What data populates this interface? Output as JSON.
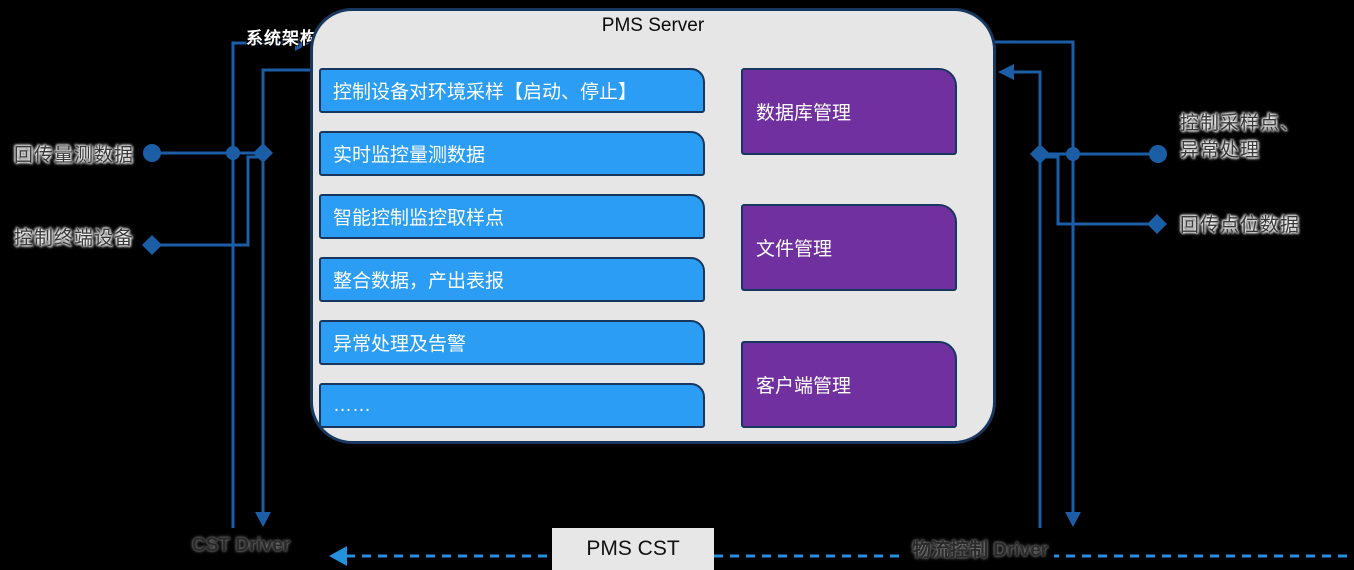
{
  "colors": {
    "bg": "#000000",
    "server-fill": "#e7e6e6",
    "border-navy": "#17375e",
    "blue-box": "#2b9df4",
    "purple-box": "#7030a0",
    "line": "#1b5ea6",
    "dash": "#2590db",
    "label-dark": "#3a3838"
  },
  "server": {
    "title": "PMS Server",
    "functions": [
      {
        "label": "控制设备对环境采样【启动、停止】"
      },
      {
        "label": "实时监控量测数据"
      },
      {
        "label": "智能控制监控取样点"
      },
      {
        "label": "整合数据，产出表报"
      },
      {
        "label": "异常处理及告警"
      },
      {
        "label": "……"
      }
    ],
    "managers": [
      {
        "label": "数据库管理"
      },
      {
        "label": "文件管理"
      },
      {
        "label": "客户端管理"
      }
    ]
  },
  "side_labels": {
    "system_architecture": "系统架构",
    "left_return_measurement": "回传量测数据",
    "left_control_terminal": "控制终端设备",
    "right_control_sampling_line1": "控制采样点、",
    "right_control_sampling_line2": "异常处理",
    "right_return_points": "回传点位数据"
  },
  "bottom": {
    "cst_driver": "CST Driver",
    "pms_cst": "PMS CST",
    "logistics_driver": "物流控制 Driver"
  }
}
